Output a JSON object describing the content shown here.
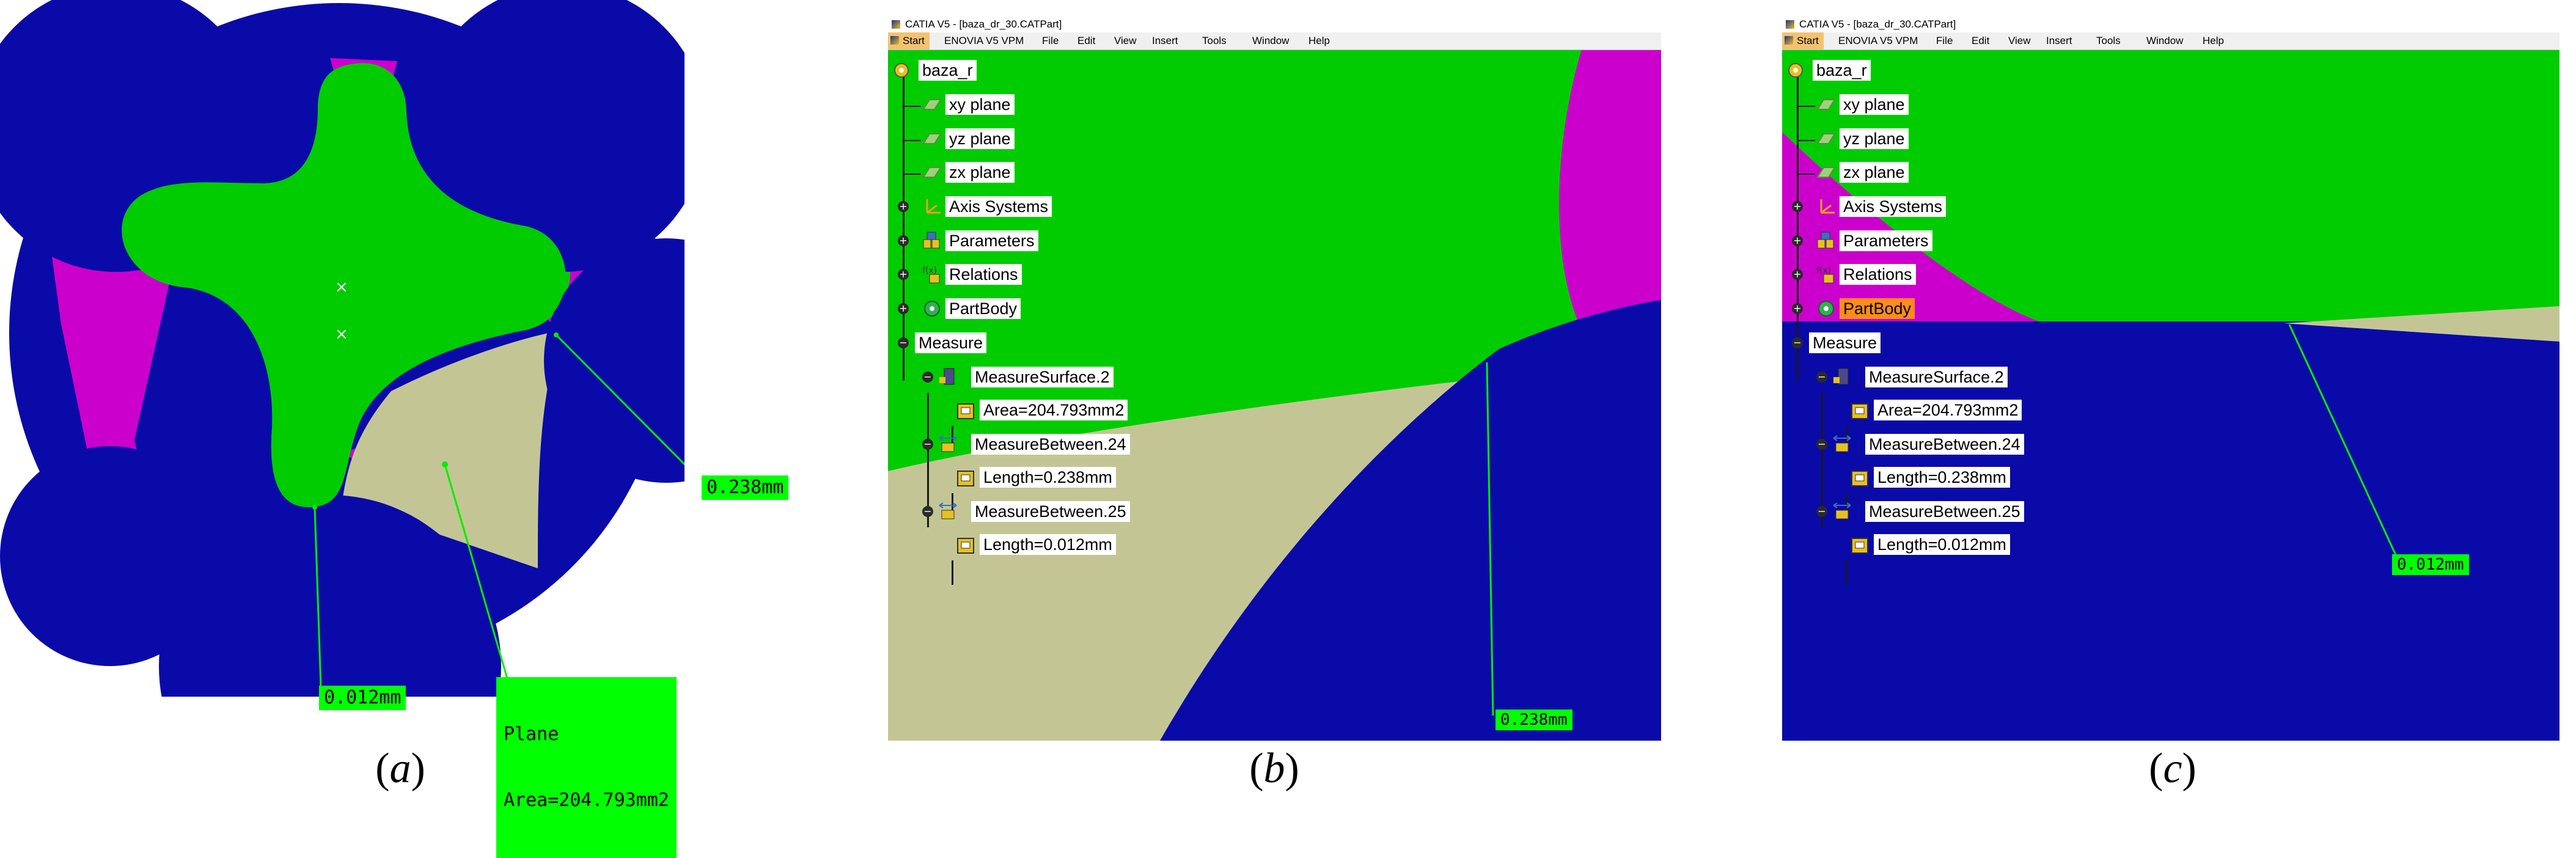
{
  "panel_a": {
    "label_thickness": "0.238mm",
    "label_gap": "0.012mm",
    "label_plane_title": "Plane",
    "label_plane_area": "Area=204.793mm2",
    "caption_letter": "a"
  },
  "catia_b": {
    "title": "CATIA V5 - [baza_dr_30.CATPart]",
    "menu": [
      "Start",
      "ENOVIA V5 VPM",
      "File",
      "Edit",
      "View",
      "Insert",
      "Tools",
      "Window",
      "Help"
    ],
    "tree": {
      "root": "baza_r",
      "xy": "xy plane",
      "yz": "yz plane",
      "zx": "zx plane",
      "axis": "Axis Systems",
      "params": "Parameters",
      "relations": "Relations",
      "partbody": "PartBody",
      "measure": "Measure",
      "surface": "MeasureSurface.2",
      "area": "Area=204.793mm2",
      "between24": "MeasureBetween.24",
      "length24": "Length=0.238mm",
      "between25": "MeasureBetween.25",
      "length25": "Length=0.012mm"
    },
    "viewport_label": "0.238mm",
    "caption_letter": "b"
  },
  "catia_c": {
    "title": "CATIA V5 - [baza_dr_30.CATPart]",
    "menu": [
      "Start",
      "ENOVIA V5 VPM",
      "File",
      "Edit",
      "View",
      "Insert",
      "Tools",
      "Window",
      "Help"
    ],
    "tree": {
      "root": "baza_r",
      "xy": "xy plane",
      "yz": "yz plane",
      "zx": "zx plane",
      "axis": "Axis Systems",
      "params": "Parameters",
      "relations": "Relations",
      "partbody": "PartBody",
      "measure": "Measure",
      "surface": "MeasureSurface.2",
      "area": "Area=204.793mm2",
      "between24": "MeasureBetween.24",
      "length24": "Length=0.238mm",
      "between25": "MeasureBetween.25",
      "length25": "Length=0.012mm"
    },
    "viewport_label": "0.012mm",
    "selected_node": "PartBody",
    "caption_letter": "c"
  },
  "colors": {
    "blue": "#0a0aa8",
    "green": "#00cc00",
    "magenta": "#cc00cc",
    "tan": "#c3c694",
    "label_green": "#00ff00",
    "selection": "#ff8c1a"
  }
}
